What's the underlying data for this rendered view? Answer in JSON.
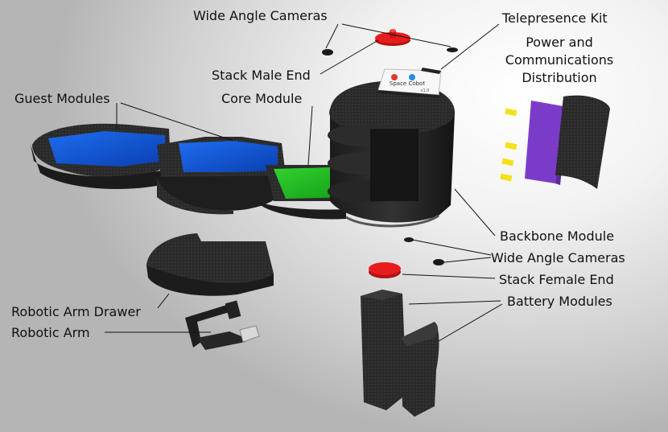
{
  "labels": {
    "wide_angle_cameras_top": "Wide Angle Cameras",
    "telepresence_kit": "Telepresence Kit",
    "power_comm_line1": "Power and",
    "power_comm_line2": "Communications",
    "power_comm_line3": "Distribution",
    "stack_male_end": "Stack Male End",
    "core_module": "Core Module",
    "guest_modules": "Guest Modules",
    "backbone_module": "Backbone Module",
    "wide_angle_cameras_bottom": "Wide Angle Cameras",
    "stack_female_end": "Stack Female End",
    "battery_modules": "Battery Modules",
    "robotic_arm_drawer": "Robotic Arm Drawer",
    "robotic_arm": "Robotic  Arm"
  },
  "telepresence_card": {
    "title": "Space Cobot",
    "subtitle": "v1.0"
  },
  "colors": {
    "guest_module_fill": "#1f6fe8",
    "core_module_fill": "#22c022",
    "stack_end": "#e81c1c",
    "power_board": "#7a3cc8",
    "connector": "#f2e21a",
    "module_body": "#262626"
  }
}
